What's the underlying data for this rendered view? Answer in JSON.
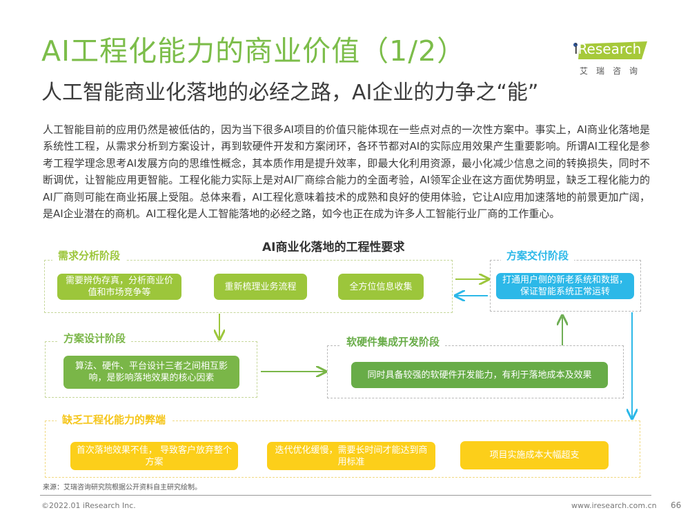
{
  "header": {
    "title": "AI工程化能力的商业价值（1/2）",
    "subtitle": "人工智能商业化落地的必经之路，AI企业的力争之“能”"
  },
  "logo": {
    "brand_prefix": "i",
    "brand_rest": "Research",
    "chinese_name": "艾瑞咨询",
    "colors": {
      "bar": "#a6c93a",
      "dot": "#2f5597"
    }
  },
  "body": {
    "paragraph": "人工智能目前的应用仍然是被低估的，因为当下很多AI项目的价值只能体现在一些点对点的一次性方案中。事实上，AI商业化落地是系统性工程，从需求分析到方案设计，再到软硬件开发和方案闭环，各环节都对AI的实际应用效果产生重要影响。所谓AI工程化是参考工程学理念思考AI发展方向的思维性概念，其本质作用是提升效率，即最大化利用资源，最小化减少信息之间的转换损失，同时不断调优，让智能应用更智能。工程化能力实际上是对AI厂商综合能力的全面考验，AI领军企业在这方面优势明显，缺乏工程化能力的AI厂商则可能在商业拓展上受阻。总体来看，AI工程化意味着技术的成熟和良好的使用体验，它让AI应用加速落地的前景更加广阔，是AI企业潜在的商机。AI工程化是人工智能落地的必经之路，如今也正在成为许多人工智能行业厂商的工作重心。"
  },
  "diagram": {
    "title": "AI商业化落地的工程性要求",
    "stages": {
      "requirements": {
        "label": "需求分析阶段",
        "color": "#9cc63b",
        "items": [
          "需要辨伪存真，分析商业价值和市场竞争等",
          "重新梳理业务流程",
          "全方位信息收集"
        ]
      },
      "delivery": {
        "label": "方案交付阶段",
        "color": "#2cb8e8",
        "items": [
          "打通用户侧的新老系统和数据， 保证智能系统正常运转"
        ]
      },
      "design": {
        "label": "方案设计阶段",
        "color": "#7ab648",
        "items": [
          "算法、硬件、平台设计三者之间相互影响，是影响落地效果的核心因素"
        ]
      },
      "integration": {
        "label": "软硬件集成开发阶段",
        "color": "#68ac48",
        "items": [
          "同时具备较强的软硬件开发能力，有利于落地成本及效果"
        ]
      },
      "drawbacks": {
        "label": "缺乏工程化能力的弊端",
        "color": "#fccf1a",
        "items": [
          "首次落地效果不佳， 导致客户放弃整个方案",
          "迭代优化缓慢，需要长时间才能达到商用标准",
          "项目实施成本大幅超支"
        ]
      }
    }
  },
  "footer": {
    "source": "来源：艾瑞咨询研究院根据公开资料自主研究绘制。",
    "copyright": "©2022.01 iResearch Inc.",
    "url": "www.iresearch.com.cn",
    "page_number": "66"
  }
}
